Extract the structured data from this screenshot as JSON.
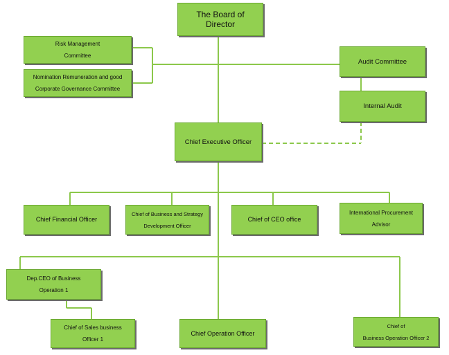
{
  "board": "The Board of Director",
  "risk": [
    "Risk Management",
    "Committee"
  ],
  "nomination": [
    "Nomination Remuneration and good",
    "Corporate Governance Committee"
  ],
  "audit_committee": "Audit Committee",
  "internal_audit": "Internal Audit",
  "ceo": "Chief Executive Officer",
  "cfo": "Chief Financial Officer",
  "business_strategy": [
    "Chief of Business and Strategy",
    "Development Officer"
  ],
  "ceo_office": "Chief of CEO office",
  "procurement": [
    "International Procurement",
    "Advisor"
  ],
  "dep_ceo": [
    "Dep.CEO of Business",
    "Operation 1"
  ],
  "sales": [
    "Chief of Sales business",
    "Officer 1"
  ],
  "operation": "Chief Operation Officer",
  "business_op2": [
    "Chief of",
    "Business Operation Officer 2"
  ],
  "colors": {
    "box": "#92d050",
    "line": "#8cc84b",
    "shadow": "#6b6b6b"
  }
}
